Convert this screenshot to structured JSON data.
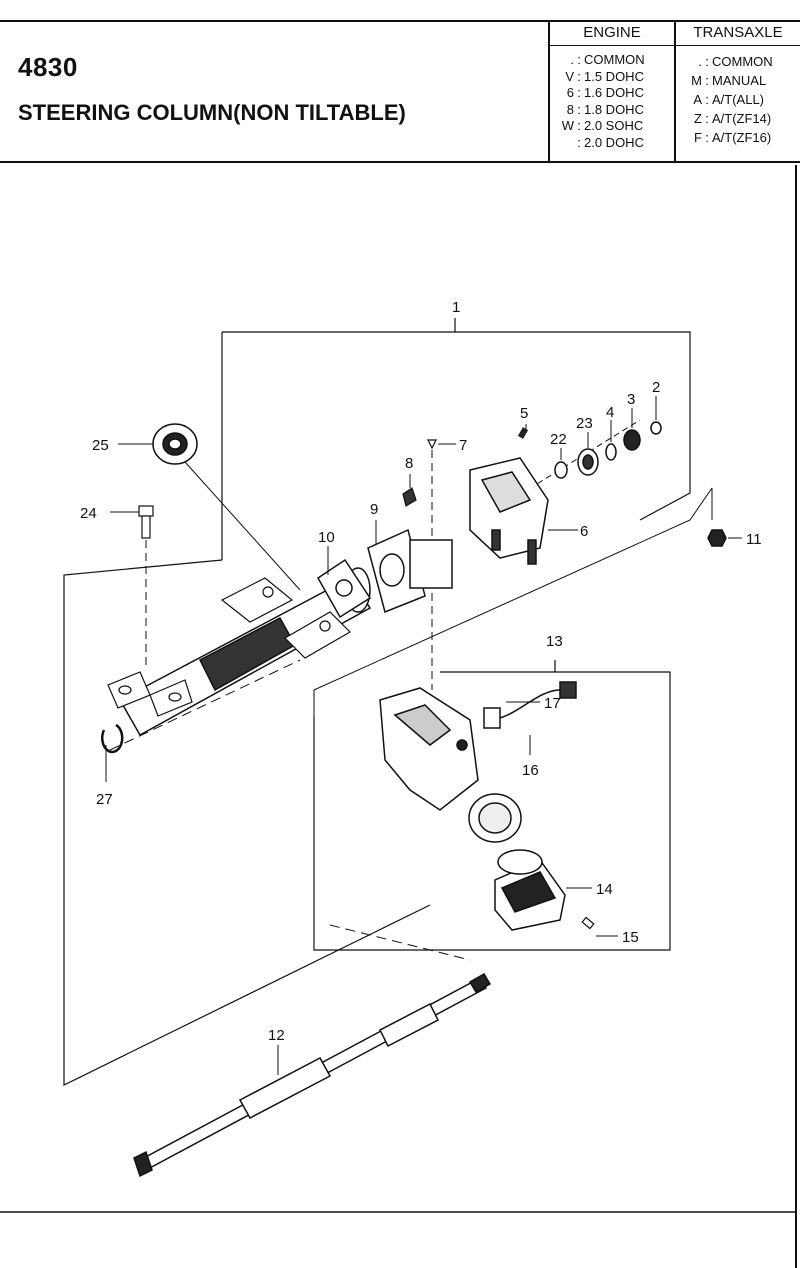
{
  "header": {
    "code": "4830",
    "title": "STEERING COLUMN(NON TILTABLE)"
  },
  "legend": {
    "engine": {
      "heading": "ENGINE",
      "rows": [
        {
          "key": ".",
          "value": "COMMON"
        },
        {
          "key": "V",
          "value": "1.5 DOHC"
        },
        {
          "key": "6",
          "value": "1.6 DOHC"
        },
        {
          "key": "8",
          "value": "1.8 DOHC"
        },
        {
          "key": "W",
          "value": "2.0 SOHC"
        },
        {
          "key": "",
          "value": "2.0 DOHC"
        }
      ]
    },
    "transaxle": {
      "heading": "TRANSAXLE",
      "rows": [
        {
          "key": ".",
          "value": "COMMON"
        },
        {
          "key": "M",
          "value": "MANUAL"
        },
        {
          "key": "A",
          "value": "A/T(ALL)"
        },
        {
          "key": "Z",
          "value": "A/T(ZF14)"
        },
        {
          "key": "F",
          "value": "A/T(ZF16)"
        }
      ]
    }
  },
  "callouts": {
    "c1": "1",
    "c2": "2",
    "c3": "3",
    "c4": "4",
    "c5": "5",
    "c6": "6",
    "c7": "7",
    "c8": "8",
    "c9": "9",
    "c10": "10",
    "c11": "11",
    "c12": "12",
    "c13": "13",
    "c14": "14",
    "c15": "15",
    "c16": "16",
    "c17": "17",
    "c22": "22",
    "c23": "23",
    "c24": "24",
    "c25": "25",
    "c27": "27"
  }
}
